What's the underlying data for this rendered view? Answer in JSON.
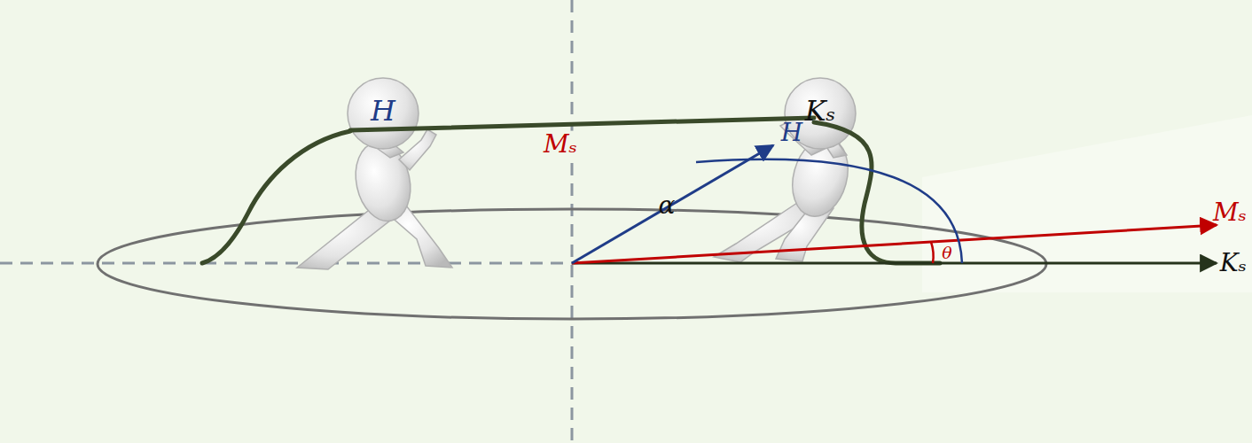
{
  "diagram": {
    "labels": [
      "H",
      "Kₛ",
      "Mₛ",
      "H",
      "α",
      "Mₛ",
      "θ",
      "Kₛ"
    ]
  }
}
